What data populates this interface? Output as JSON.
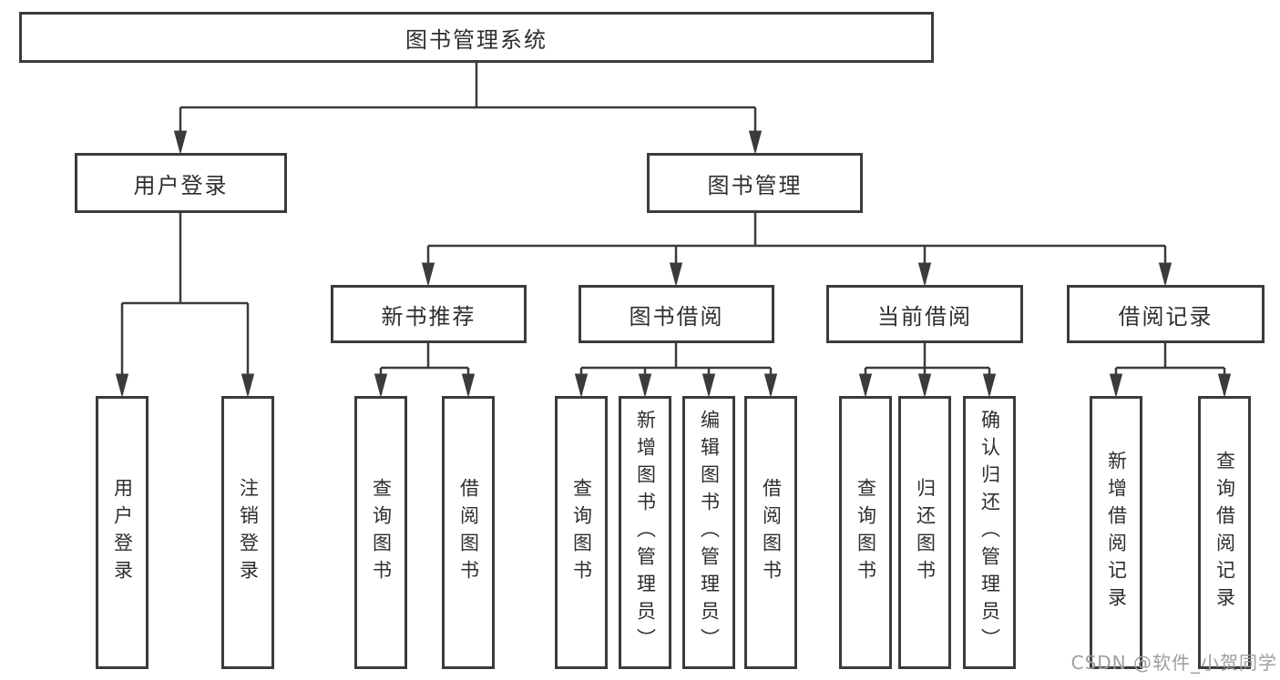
{
  "title": "图书管理系统",
  "colors": {
    "line": "#3b3b3b",
    "text": "#2e2e2e",
    "background": "#ffffff",
    "watermark": "#9e9e9e"
  },
  "nodes": {
    "root": "图书管理系统",
    "l2": [
      "用户登录",
      "图书管理"
    ],
    "l3": [
      "新书推荐",
      "图书借阅",
      "当前借阅",
      "借阅记录"
    ],
    "leaves": [
      "用户登录",
      "注销登录",
      "查询图书",
      "借阅图书",
      "查询图书",
      "新增图书（管理员）",
      "编辑图书（管理员）",
      "借阅图书",
      "查询图书",
      "归还图书",
      "确认归还（管理员）",
      "新增借阅记录",
      "查询借阅记录"
    ]
  },
  "watermark": "CSDN @软件_小贺同学"
}
